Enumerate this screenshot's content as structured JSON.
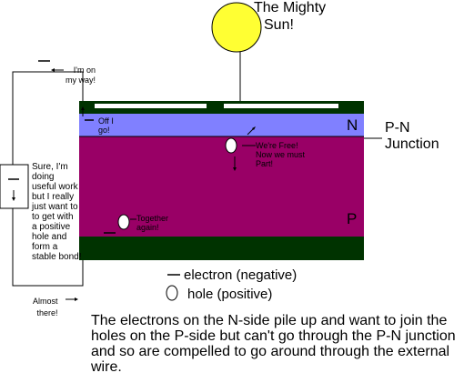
{
  "sun": {
    "label_line1": "The Mighty",
    "label_line2": "Sun!",
    "fill_color": "#ffff33"
  },
  "cell": {
    "n_label": "N",
    "p_label": "P",
    "n_color": "#8080ff",
    "p_color": "#990066",
    "contact_color": "#003300",
    "contact_slot_color": "#ffffff"
  },
  "junction": {
    "line1": "P-N",
    "line2": "Junction"
  },
  "load": {
    "text": "Sure, I'm\ndoing\nuseful work\nbut I really\njust want to\nto get with\na positive\nhole and\nform a\nstable bond!"
  },
  "speech": {
    "on_my_way": "I'm on\nmy way!",
    "off_i_go": "Off I\ngo!",
    "were_free": "We're Free!\nNow we must\nPart!",
    "together_again": "Together\nagain!",
    "almost_there": "Almost\nthere!"
  },
  "legend": {
    "electron_label": "electron (negative)",
    "hole_label": "hole (positive)"
  },
  "caption": "The electrons on the N-side pile up and want to join the holes on the P-side but can't go through the P-N junction and so are compelled to go around through the external wire."
}
